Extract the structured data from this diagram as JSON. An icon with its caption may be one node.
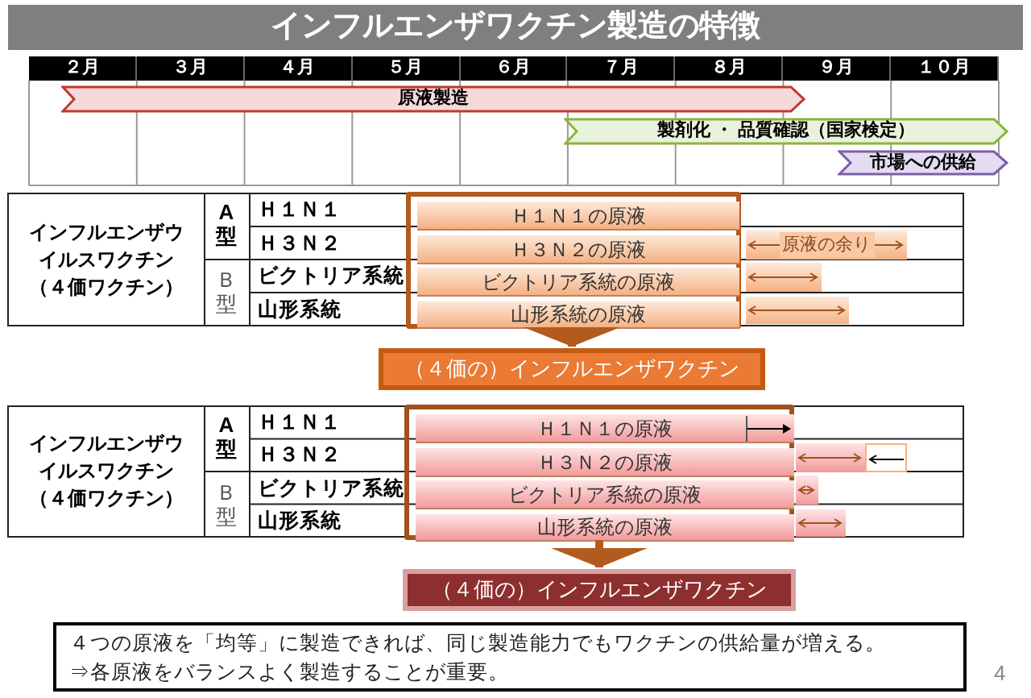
{
  "diagram": {
    "title": "インフルエンザワクチン製造の特徴",
    "nodes": [
      {
        "text": [
          "原液製造"
        ]
      },
      {
        "text": [
          "製剤化 ・ 品質確認（国家検定）"
        ]
      },
      {
        "text": [
          "市場への供給"
        ]
      },
      {
        "text": [],
        "shape": "box"
      },
      {
        "text": [
          "Ｈ１Ｎ１の原液"
        ],
        "in": 3
      },
      {
        "text": [
          "Ｈ３Ｎ２の原液"
        ],
        "in": 3
      },
      {
        "text": [
          "ビクトリア系統の原液"
        ],
        "in": 3
      },
      {
        "text": [
          "山形系統の原液"
        ],
        "in": 3
      },
      {
        "text": [
          "原液の余り"
        ]
      },
      {
        "text": [],
        "shape": "bar"
      },
      {
        "text": [],
        "shape": "bar"
      },
      {
        "text": [
          "（４価の）インフルエンザワクチン"
        ]
      },
      {
        "text": [],
        "shape": "box"
      },
      {
        "text": [
          "Ｈ１Ｎ１の原液"
        ],
        "in": 12
      },
      {
        "text": [
          "Ｈ３Ｎ２の原液"
        ],
        "in": 12
      },
      {
        "text": [
          "ビクトリア系統の原液"
        ],
        "in": 12
      },
      {
        "text": [
          "山形系統の原液"
        ],
        "in": 12
      },
      {
        "text": [],
        "shape": "bar"
      },
      {
        "text": [],
        "shape": "bar"
      },
      {
        "text": [],
        "shape": "bar"
      },
      {
        "text": [],
        "shape": "bar"
      },
      {
        "text": [
          "（４価の）インフルエンザワクチン"
        ]
      },
      {
        "text": [
          "４つの原液を「均等」に製造できれば、同じ製造能力でもワクチンの供給量が増える。",
          "⇒各原液をバランスよく製造することが重要。"
        ]
      }
    ],
    "edges": [
      {
        "from": 3,
        "to": 11,
        "arrow": "to"
      },
      {
        "from": 12,
        "to": 21,
        "arrow": "to"
      }
    ],
    "labels": [
      "２月",
      "３月",
      "４月",
      "５月",
      "６月",
      "７月",
      "８月",
      "９月",
      "１０月",
      "インフルエンザウイルスワクチン（４価ワクチン）",
      "A型",
      "Ｈ１Ｎ１",
      "Ｈ３Ｎ２",
      "Ｂ型",
      "ビクトリア系統",
      "山形系統",
      "インフルエンザウイルスワクチン（４価ワクチン）",
      "A型",
      "Ｈ１Ｎ１",
      "Ｈ３Ｎ２",
      "Ｂ型",
      "ビクトリア系統",
      "山形系統",
      "4"
    ]
  }
}
